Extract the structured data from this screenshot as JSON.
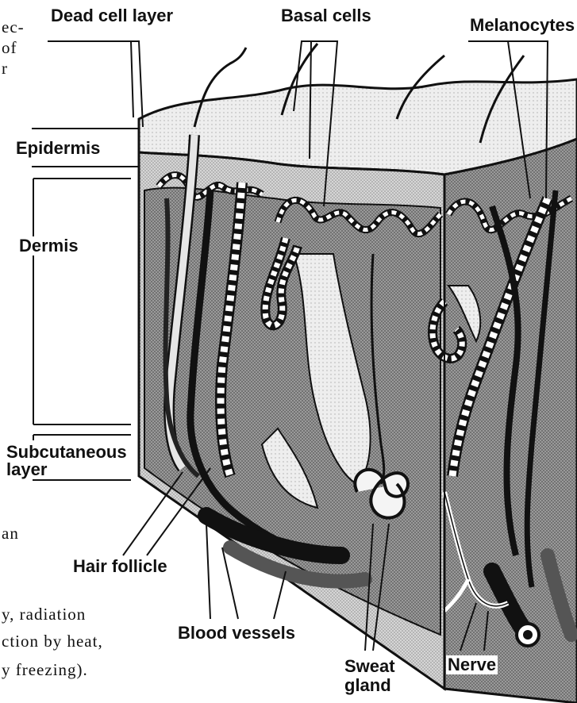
{
  "labels": {
    "dead_cell_layer": "Dead cell layer",
    "basal_cells": "Basal cells",
    "melanocytes": "Melanocytes",
    "epidermis": "Epidermis",
    "dermis": "Dermis",
    "subcutaneous_line1": "Subcutaneous",
    "subcutaneous_line2": "layer",
    "hair_follicle": "Hair follicle",
    "blood_vessels": "Blood vessels",
    "sweat_gland_line1": "Sweat",
    "sweat_gland_line2": "gland",
    "nerve": "Nerve"
  },
  "text_fragments": {
    "top_line1": "ec-",
    "top_line2": "of",
    "top_line3": "r",
    "left_an": "an",
    "bottom_line1": "y,  radiation",
    "bottom_line2": "ction  by  heat,",
    "bottom_line3": "y freezing)."
  },
  "colors": {
    "ink": "#111111",
    "skin_fill": "#c9c9c9",
    "dermis_fill": "#8a8a8a",
    "light_fill": "#e8e8e8",
    "background": "#ffffff"
  }
}
